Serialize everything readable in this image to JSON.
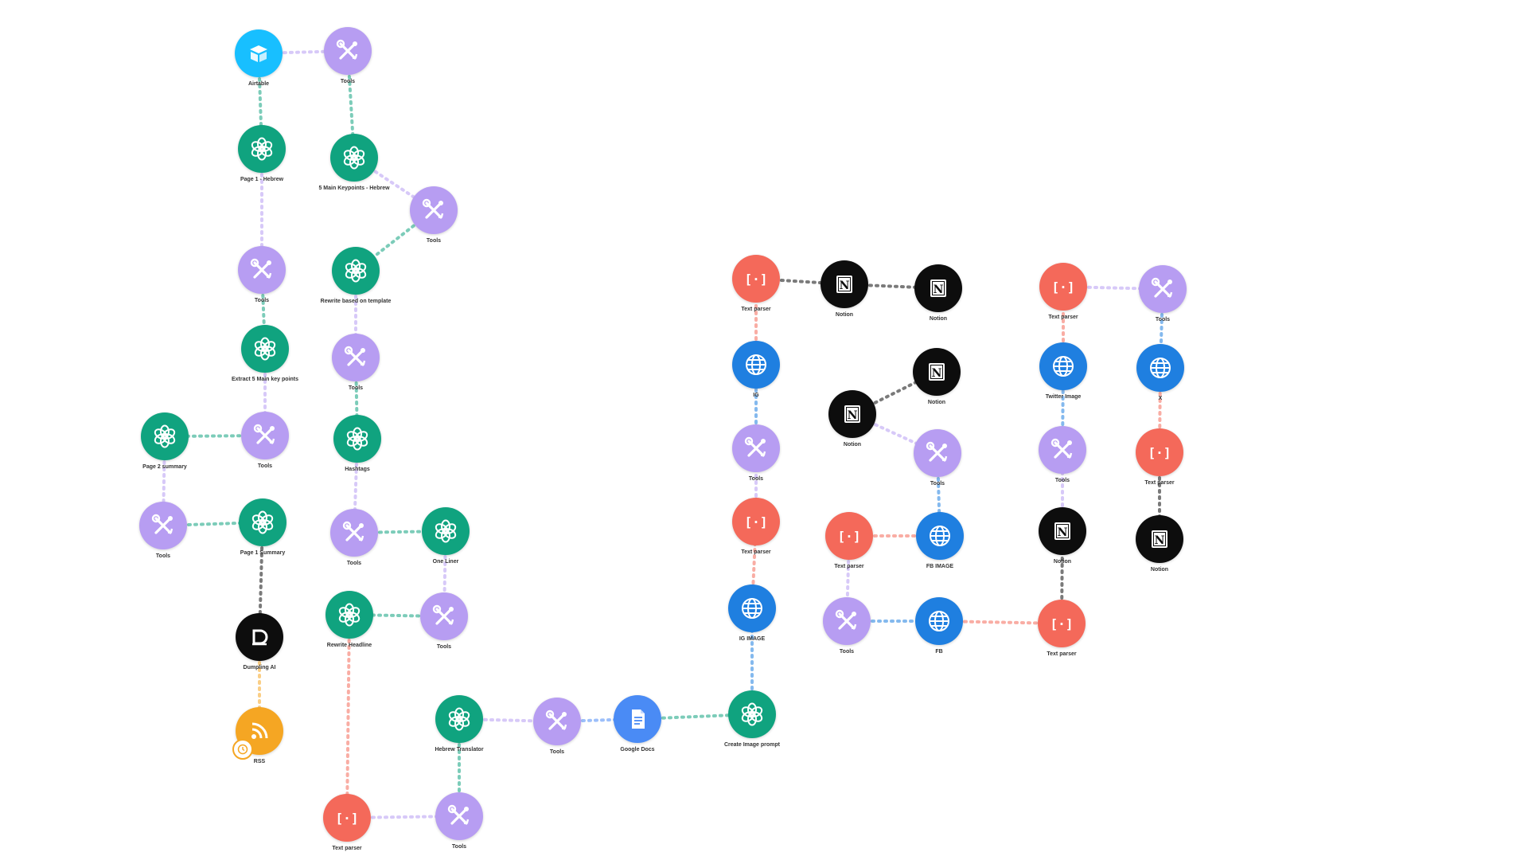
{
  "colors": {
    "airtable": "#18bfff",
    "tools": "#b79df2",
    "openai": "#10a37f",
    "text_parser": "#f4695a",
    "http": "#1f7fe0",
    "notion": "#0d0d0d",
    "google_docs": "#4a8bf5",
    "rss": "#f5a623",
    "circle_black": "#0d0d0d"
  },
  "nodes": [
    {
      "id": "n1",
      "app": "airtable",
      "icon": "airtable-icon",
      "label": "Airtable"
    },
    {
      "id": "n2",
      "app": "tools",
      "icon": "tools-icon",
      "label": "Tools"
    },
    {
      "id": "n3",
      "app": "openai",
      "icon": "openai-icon",
      "label": "Page 1 - Hebrew"
    },
    {
      "id": "n4",
      "app": "openai",
      "icon": "openai-icon",
      "label": "5 Main Keypoints - Hebrew"
    },
    {
      "id": "n5",
      "app": "tools",
      "icon": "tools-icon",
      "label": "Tools"
    },
    {
      "id": "n6",
      "app": "tools",
      "icon": "tools-icon",
      "label": "Tools"
    },
    {
      "id": "n7",
      "app": "openai",
      "icon": "openai-icon",
      "label": "Rewrite based on template"
    },
    {
      "id": "n8",
      "app": "openai",
      "icon": "openai-icon",
      "label": "Extract 5 Main key points"
    },
    {
      "id": "n9",
      "app": "tools",
      "icon": "tools-icon",
      "label": "Tools"
    },
    {
      "id": "n10",
      "app": "openai",
      "icon": "openai-icon",
      "label": "Page 2 summary"
    },
    {
      "id": "n11",
      "app": "tools",
      "icon": "tools-icon",
      "label": "Tools"
    },
    {
      "id": "n12",
      "app": "openai",
      "icon": "openai-icon",
      "label": "Hashtags"
    },
    {
      "id": "n13",
      "app": "tools",
      "icon": "tools-icon",
      "label": "Tools"
    },
    {
      "id": "n14",
      "app": "openai",
      "icon": "openai-icon",
      "label": "Page 1 Summary"
    },
    {
      "id": "n15",
      "app": "tools",
      "icon": "tools-icon",
      "label": "Tools"
    },
    {
      "id": "n16",
      "app": "openai",
      "icon": "openai-icon",
      "label": "One Liner"
    },
    {
      "id": "n17",
      "app": "circle_black",
      "icon": "circle-d-icon",
      "label": "Dumpling AI"
    },
    {
      "id": "n18",
      "app": "openai",
      "icon": "openai-icon",
      "label": "Rewrite Headline"
    },
    {
      "id": "n19",
      "app": "tools",
      "icon": "tools-icon",
      "label": "Tools"
    },
    {
      "id": "n20",
      "app": "rss",
      "icon": "rss-icon",
      "label": "RSS"
    },
    {
      "id": "n21",
      "app": "openai",
      "icon": "openai-icon",
      "label": "Hebrew Translator"
    },
    {
      "id": "n22",
      "app": "tools",
      "icon": "tools-icon",
      "label": "Tools"
    },
    {
      "id": "n23",
      "app": "google_docs",
      "icon": "google-docs-icon",
      "label": "Google Docs"
    },
    {
      "id": "n24",
      "app": "openai",
      "icon": "openai-icon",
      "label": "Create Image prompt"
    },
    {
      "id": "n25",
      "app": "text_parser",
      "icon": "text-parser-icon",
      "label": "Text parser"
    },
    {
      "id": "n26",
      "app": "tools",
      "icon": "tools-icon",
      "label": "Tools"
    },
    {
      "id": "n27",
      "app": "text_parser",
      "icon": "text-parser-icon",
      "label": "Text parser"
    },
    {
      "id": "n28",
      "app": "notion",
      "icon": "notion-icon",
      "label": "Notion"
    },
    {
      "id": "n29",
      "app": "notion",
      "icon": "notion-icon",
      "label": "Notion"
    },
    {
      "id": "n30",
      "app": "http",
      "icon": "http-icon",
      "label": "IG"
    },
    {
      "id": "n31",
      "app": "notion",
      "icon": "notion-icon",
      "label": "Notion"
    },
    {
      "id": "n32",
      "app": "notion",
      "icon": "notion-icon",
      "label": "Notion"
    },
    {
      "id": "n33",
      "app": "tools",
      "icon": "tools-icon",
      "label": "Tools"
    },
    {
      "id": "n34",
      "app": "tools",
      "icon": "tools-icon",
      "label": "Tools"
    },
    {
      "id": "n35",
      "app": "text_parser",
      "icon": "text-parser-icon",
      "label": "Text parser"
    },
    {
      "id": "n36",
      "app": "text_parser",
      "icon": "text-parser-icon",
      "label": "Text parser"
    },
    {
      "id": "n37",
      "app": "http",
      "icon": "http-icon",
      "label": "FB IMAGE"
    },
    {
      "id": "n38",
      "app": "http",
      "icon": "http-icon",
      "label": "IG IMAGE"
    },
    {
      "id": "n39",
      "app": "tools",
      "icon": "tools-icon",
      "label": "Tools"
    },
    {
      "id": "n40",
      "app": "http",
      "icon": "http-icon",
      "label": "FB"
    },
    {
      "id": "n41",
      "app": "text_parser",
      "icon": "text-parser-icon",
      "label": "Text parser"
    },
    {
      "id": "n42",
      "app": "tools",
      "icon": "tools-icon",
      "label": "Tools"
    },
    {
      "id": "n43",
      "app": "http",
      "icon": "http-icon",
      "label": "Twitter Image"
    },
    {
      "id": "n44",
      "app": "http",
      "icon": "http-icon",
      "label": "X"
    },
    {
      "id": "n45",
      "app": "tools",
      "icon": "tools-icon",
      "label": "Tools"
    },
    {
      "id": "n46",
      "app": "text_parser",
      "icon": "text-parser-icon",
      "label": "Text parser"
    },
    {
      "id": "n47",
      "app": "text_parser",
      "icon": "text-parser-icon",
      "label": "Text parser"
    },
    {
      "id": "n48",
      "app": "notion",
      "icon": "notion-icon",
      "label": "Notion"
    },
    {
      "id": "n49",
      "app": "notion",
      "icon": "notion-icon",
      "label": "Notion"
    },
    {
      "id": "n50",
      "app": "text_parser",
      "icon": "text-parser-icon",
      "label": "Text parser"
    },
    {
      "id": "n51",
      "app": "tools",
      "icon": "tools-icon",
      "label": "Tools"
    }
  ],
  "edges": [
    [
      "n1",
      "n2"
    ],
    [
      "n1",
      "n3"
    ],
    [
      "n2",
      "n4"
    ],
    [
      "n4",
      "n5"
    ],
    [
      "n5",
      "n7"
    ],
    [
      "n3",
      "n6"
    ],
    [
      "n6",
      "n8"
    ],
    [
      "n7",
      "n9"
    ],
    [
      "n9",
      "n12"
    ],
    [
      "n8",
      "n11"
    ],
    [
      "n11",
      "n10"
    ],
    [
      "n10",
      "n13"
    ],
    [
      "n13",
      "n14"
    ],
    [
      "n14",
      "n17"
    ],
    [
      "n17",
      "n20"
    ],
    [
      "n12",
      "n15"
    ],
    [
      "n15",
      "n16"
    ],
    [
      "n16",
      "n19"
    ],
    [
      "n19",
      "n18"
    ],
    [
      "n18",
      "n50"
    ],
    [
      "n50",
      "n51"
    ],
    [
      "n51",
      "n21"
    ],
    [
      "n21",
      "n22"
    ],
    [
      "n22",
      "n23"
    ],
    [
      "n23",
      "n24"
    ],
    [
      "n24",
      "n38"
    ],
    [
      "n38",
      "n35"
    ],
    [
      "n35",
      "n26"
    ],
    [
      "n26",
      "n30"
    ],
    [
      "n30",
      "n25"
    ],
    [
      "n25",
      "n28"
    ],
    [
      "n28",
      "n29"
    ],
    [
      "n32",
      "n31"
    ],
    [
      "n32",
      "n33"
    ],
    [
      "n33",
      "n37"
    ],
    [
      "n37",
      "n36"
    ],
    [
      "n36",
      "n39"
    ],
    [
      "n39",
      "n40"
    ],
    [
      "n40",
      "n41"
    ],
    [
      "n41",
      "n48"
    ],
    [
      "n48",
      "n42"
    ],
    [
      "n42",
      "n43"
    ],
    [
      "n43",
      "n27"
    ],
    [
      "n27",
      "n45"
    ],
    [
      "n45",
      "n44"
    ],
    [
      "n44",
      "n46"
    ],
    [
      "n46",
      "n49"
    ]
  ]
}
